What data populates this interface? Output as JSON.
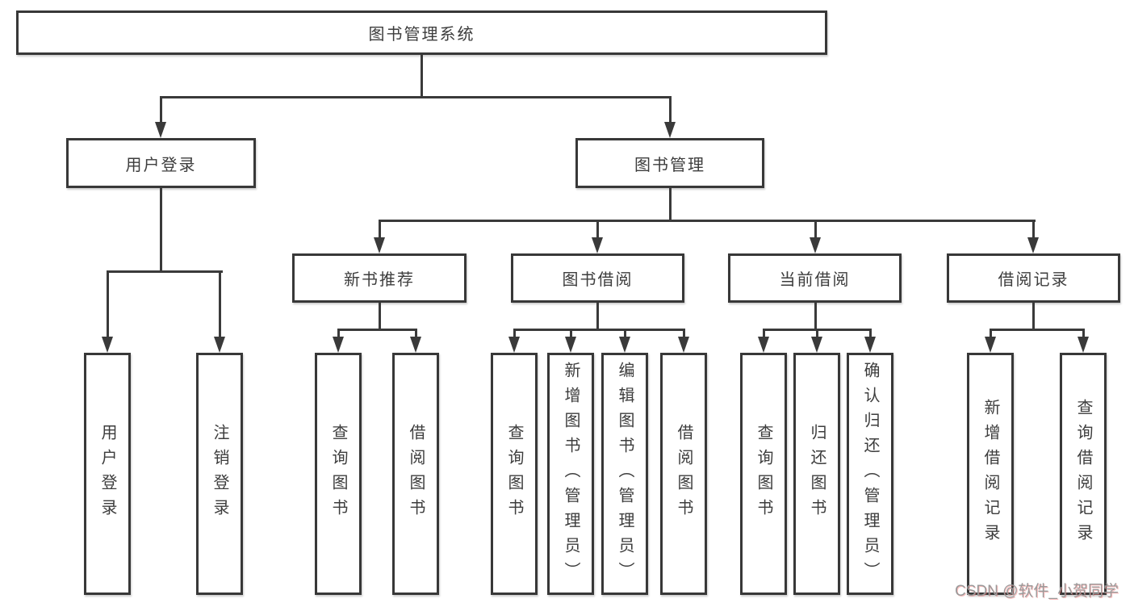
{
  "diagram": {
    "title": "图书管理系统",
    "nodes": {
      "root": "图书管理系统",
      "user_login": "用户登录",
      "book_management": "图书管理",
      "new_book_recommend": "新书推荐",
      "book_borrowing": "图书借阅",
      "current_borrowing": "当前借阅",
      "borrowing_records": "借阅记录",
      "leaf_user_login": "用户登录",
      "leaf_logout": "注销登录",
      "leaf_query_book_recommend": "查询图书",
      "leaf_borrow_book_recommend": "借阅图书",
      "leaf_query_book_borrowing": "查询图书",
      "leaf_add_book_admin": "新增图书（管理员）",
      "leaf_edit_book_admin": "编辑图书（管理员）",
      "leaf_borrow_book_borrowing": "借阅图书",
      "leaf_query_book_current": "查询图书",
      "leaf_return_book": "归还图书",
      "leaf_confirm_return_admin": "确认归还（管理员）",
      "leaf_add_borrow_record": "新增借阅记录",
      "leaf_query_borrow_record": "查询借阅记录"
    },
    "hierarchy": {
      "图书管理系统": [
        "用户登录",
        "图书管理"
      ],
      "用户登录": [
        "用户登录",
        "注销登录"
      ],
      "图书管理": [
        "新书推荐",
        "图书借阅",
        "当前借阅",
        "借阅记录"
      ],
      "新书推荐": [
        "查询图书",
        "借阅图书"
      ],
      "图书借阅": [
        "查询图书",
        "新增图书（管理员）",
        "编辑图书（管理员）",
        "借阅图书"
      ],
      "当前借阅": [
        "查询图书",
        "归还图书",
        "确认归还（管理员）"
      ],
      "借阅记录": [
        "新增借阅记录",
        "查询借阅记录"
      ]
    },
    "colors": {
      "line": "#3a3a3a",
      "border": "#383838",
      "text": "#3d3d3d",
      "background": "#ffffff",
      "watermark_text": "#9a9a9a"
    }
  },
  "watermark": {
    "text": "CSDN @软件_小贺同学"
  }
}
